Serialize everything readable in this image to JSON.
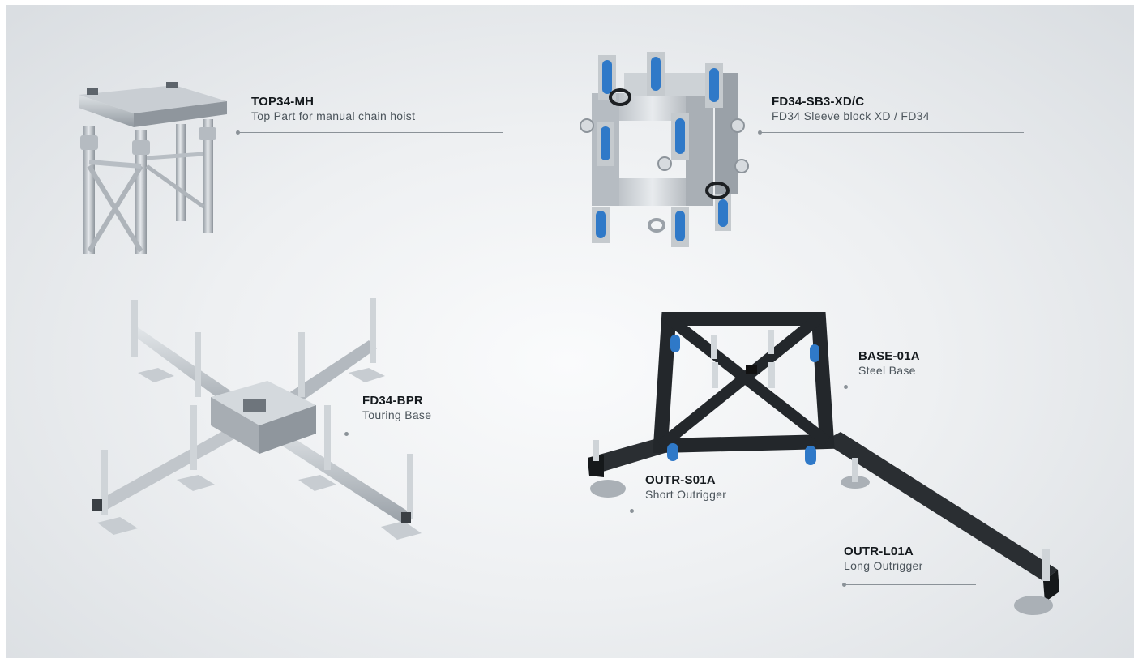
{
  "products": [
    {
      "code": "TOP34-MH",
      "description": "Top Part for manual chain hoist"
    },
    {
      "code": "FD34-SB3-XD/C",
      "description": "FD34 Sleeve block XD / FD34"
    },
    {
      "code": "FD34-BPR",
      "description": "Touring Base"
    },
    {
      "code": "BASE-01A",
      "description": "Steel Base"
    },
    {
      "code": "OUTR-S01A",
      "description": "Short Outrigger"
    },
    {
      "code": "OUTR-L01A",
      "description": "Long Outrigger"
    }
  ],
  "colors": {
    "aluminium": "#c3c8cd",
    "steel_black": "#23272b",
    "caster_blue": "#2f79c8",
    "leader_line": "#8b9298"
  }
}
